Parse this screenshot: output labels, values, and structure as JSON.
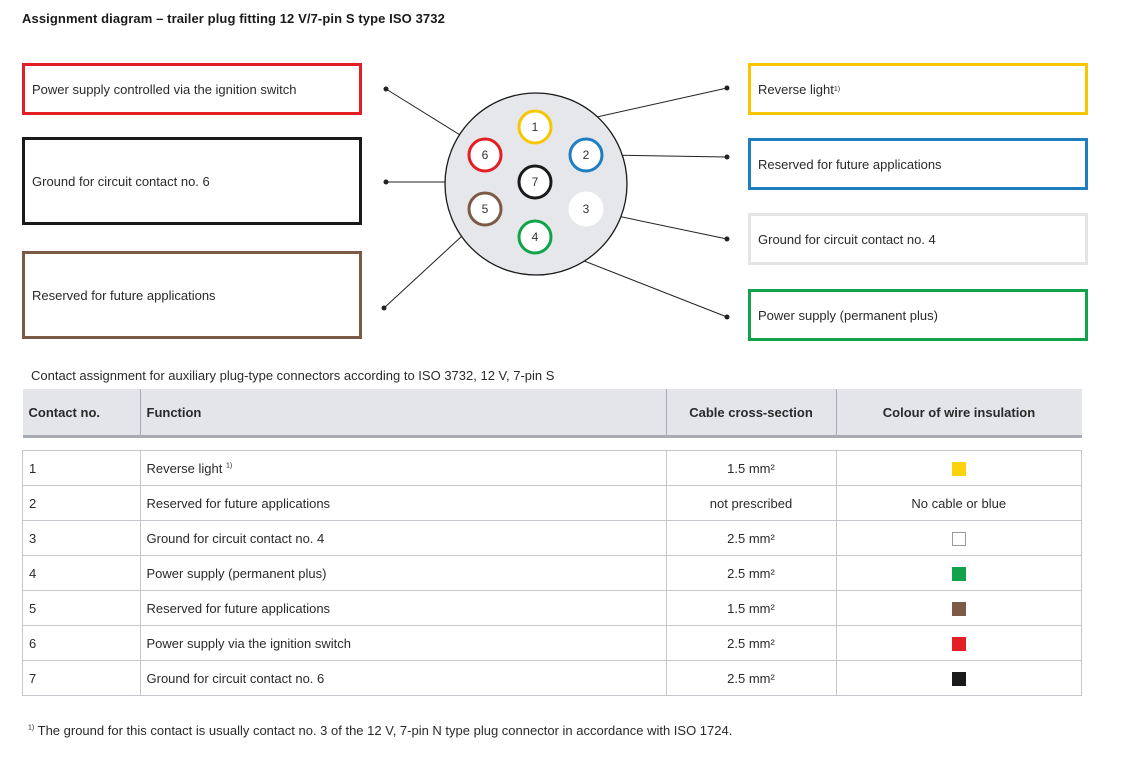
{
  "title": "Assignment diagram – trailer plug fitting 12 V/7-pin S type ISO 3732",
  "diagram": {
    "left_boxes": [
      {
        "label": "Power supply controlled via the ignition switch",
        "color": "#e31e24"
      },
      {
        "label": "Ground for circuit contact no. 6",
        "color": "#1a1a1a"
      },
      {
        "label": "Reserved for future applications",
        "color": "#7d5a45"
      }
    ],
    "right_boxes": [
      {
        "label": "Reverse light",
        "footnote_mark": "1)",
        "color": "#f7c600"
      },
      {
        "label": "Reserved for future applications",
        "footnote_mark": "",
        "color": "#1d7fc1"
      },
      {
        "label": "Ground for circuit contact no. 4",
        "footnote_mark": "",
        "color": "#e4e4e4"
      },
      {
        "label": "Power supply (permanent plus)",
        "footnote_mark": "",
        "color": "#11a34a"
      }
    ],
    "pins": [
      {
        "number": "1",
        "color": "#f7c600"
      },
      {
        "number": "2",
        "color": "#1d7fc1"
      },
      {
        "number": "3",
        "color": "#ffffff"
      },
      {
        "number": "4",
        "color": "#11a34a"
      },
      {
        "number": "5",
        "color": "#7d5a45"
      },
      {
        "number": "6",
        "color": "#e31e24"
      },
      {
        "number": "7",
        "color": "#1a1a1a"
      }
    ],
    "plug_face_color": "#e6e7ea"
  },
  "caption": "Contact assignment for auxiliary plug-type connectors according to ISO 3732, 12 V, 7-pin S",
  "table": {
    "headers": [
      "Contact no.",
      "Function",
      "Cable cross-section",
      "Colour of wire insulation"
    ],
    "rows": [
      {
        "no": "1",
        "function": "Reverse light",
        "footnote_mark": "1)",
        "cross_section": "1.5 mm²",
        "colour": "#fcd20a",
        "colour_text": ""
      },
      {
        "no": "2",
        "function": "Reserved for future applications",
        "footnote_mark": "",
        "cross_section": "not prescribed",
        "colour": "",
        "colour_text": "No cable or blue"
      },
      {
        "no": "3",
        "function": "Ground for circuit contact no. 4",
        "footnote_mark": "",
        "cross_section": "2.5 mm²",
        "colour": "#ffffff",
        "colour_text": ""
      },
      {
        "no": "4",
        "function": "Power supply (permanent plus)",
        "footnote_mark": "",
        "cross_section": "2.5 mm²",
        "colour": "#11a34a",
        "colour_text": ""
      },
      {
        "no": "5",
        "function": "Reserved for future applications",
        "footnote_mark": "",
        "cross_section": "1.5 mm²",
        "colour": "#7d5a45",
        "colour_text": ""
      },
      {
        "no": "6",
        "function": "Power supply via the ignition switch",
        "footnote_mark": "",
        "cross_section": "2.5 mm²",
        "colour": "#e31e24",
        "colour_text": ""
      },
      {
        "no": "7",
        "function": "Ground for circuit contact no. 6",
        "footnote_mark": "",
        "cross_section": "2.5 mm²",
        "colour": "#1a1a1a",
        "colour_text": ""
      }
    ]
  },
  "footnote": {
    "mark": "1)",
    "text": "The ground for this contact is usually contact no. 3 of the 12 V, 7-pin N type plug connector in accordance with ISO 1724."
  }
}
